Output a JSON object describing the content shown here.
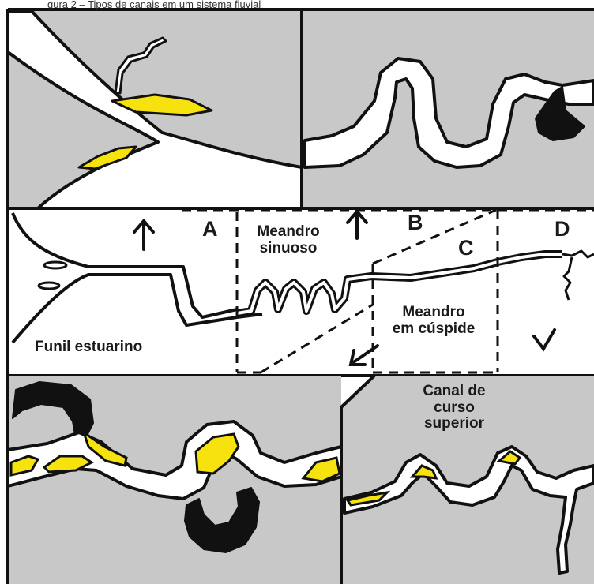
{
  "caption": "gura 2 – Tipos de canais em um sistema fluvial",
  "labels": {
    "A": "A",
    "B": "B",
    "C": "C",
    "D": "D",
    "meandro_sinuoso_1": "Meandro",
    "meandro_sinuoso_2": "sinuoso",
    "meandro_cuspide_1": "Meandro",
    "meandro_cuspide_2": "em cúspide",
    "funil_estuarino": "Funil estuarino",
    "canal_superior_1": "Canal de",
    "canal_superior_2": "curso",
    "canal_superior_3": "superior"
  },
  "colors": {
    "land": "#c8c8c8",
    "water": "#ffffff",
    "sand_bar": "#f5e20f",
    "oxbow": "#111111",
    "outline": "#111111"
  }
}
